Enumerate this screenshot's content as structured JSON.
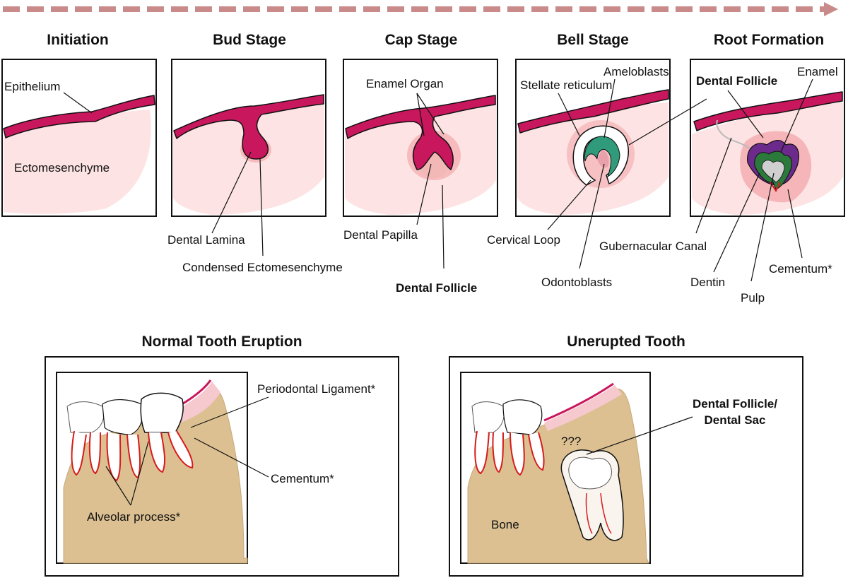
{
  "stages": {
    "initiation": {
      "title": "Initiation",
      "labels": {
        "epithelium": "Epithelium",
        "ectomesenchyme": "Ectomesenchyme"
      }
    },
    "bud": {
      "title": "Bud Stage",
      "labels": {
        "dental_lamina": "Dental Lamina",
        "condensed": "Condensed Ectomesenchyme"
      }
    },
    "cap": {
      "title": "Cap Stage",
      "labels": {
        "enamel_organ": "Enamel Organ",
        "dental_papilla": "Dental Papilla",
        "dental_follicle": "Dental Follicle"
      }
    },
    "bell": {
      "title": "Bell Stage",
      "labels": {
        "ameloblasts": "Ameloblasts",
        "stellate": "Stellate reticulum",
        "cervical_loop": "Cervical Loop",
        "odontoblasts": "Odontoblasts"
      }
    },
    "root": {
      "title": "Root Formation",
      "labels": {
        "dental_follicle": "Dental Follicle",
        "enamel": "Enamel",
        "gubernacular": "Gubernacular Canal",
        "dentin": "Dentin",
        "pulp": "Pulp",
        "cementum": "Cementum*"
      }
    }
  },
  "eruption": {
    "normal": {
      "title": "Normal Tooth Eruption",
      "labels": {
        "pdl": "Periodontal Ligament*",
        "cementum": "Cementum*",
        "alveolar": "Alveolar process*"
      }
    },
    "unerupted": {
      "title": "Unerupted Tooth",
      "labels": {
        "follicle_line1": "Dental Follicle/",
        "follicle_line2": "Dental Sac",
        "unknown": "???",
        "bone": "Bone"
      }
    }
  },
  "colors": {
    "epithelium": "#c8175d",
    "mesenchyme": "#fde3e3",
    "condensation": "#f4a9ae",
    "stellate": "#2f9b7b",
    "enamel_purple": "#6b2a8c",
    "dentin_green": "#2b7a3c",
    "bone": "#dcc091",
    "arrow": "#c98a8a"
  }
}
